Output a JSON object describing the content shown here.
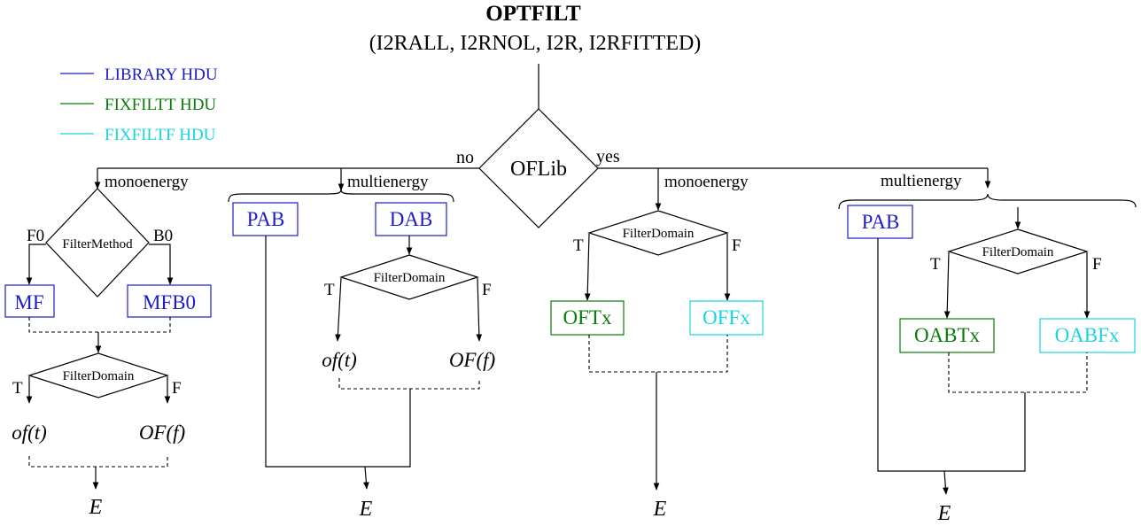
{
  "title": "OPTFILT",
  "arguments": "(I2RALL, I2RNOL, I2R, I2RFITTED)",
  "colors": {
    "library": "#1c1cc8",
    "fixfiltt": "#0a7a0a",
    "fixfiltf": "#18d4e0"
  },
  "legend": [
    {
      "label": "LIBRARY HDU",
      "color": "#1c1cc8"
    },
    {
      "label": "FIXFILTT HDU",
      "color": "#0a7a0a"
    },
    {
      "label": "FIXFILTF HDU",
      "color": "#18d4e0"
    }
  ],
  "root_decision": {
    "label": "OFLib",
    "no": "no",
    "yes": "yes"
  },
  "branches": {
    "no_mono": {
      "label": "monoenergy",
      "method_decision": {
        "label": "FilterMethod",
        "left": "F0",
        "right": "B0"
      },
      "boxes": [
        "MF",
        "MFB0"
      ],
      "domain_decision": {
        "label": "FilterDomain",
        "t": "T",
        "f": "F"
      },
      "time_out": "of(t)",
      "freq_out": "OF(f)",
      "end": "E"
    },
    "no_multi": {
      "label": "multienergy",
      "boxes": [
        "PAB",
        "DAB"
      ],
      "domain_decision": {
        "label": "FilterDomain",
        "t": "T",
        "f": "F"
      },
      "time_out": "of(t)",
      "freq_out": "OF(f)",
      "end": "E"
    },
    "yes_mono": {
      "label": "monoenergy",
      "domain_decision": {
        "label": "FilterDomain",
        "t": "T",
        "f": "F"
      },
      "boxes": [
        "OFTx",
        "OFFx"
      ],
      "end": "E"
    },
    "yes_multi": {
      "label": "multienergy",
      "boxes": [
        "PAB"
      ],
      "domain_decision": {
        "label": "FilterDomain",
        "t": "T",
        "f": "F"
      },
      "out_boxes": [
        "OABTx",
        "OABFx"
      ],
      "end": "E"
    }
  }
}
